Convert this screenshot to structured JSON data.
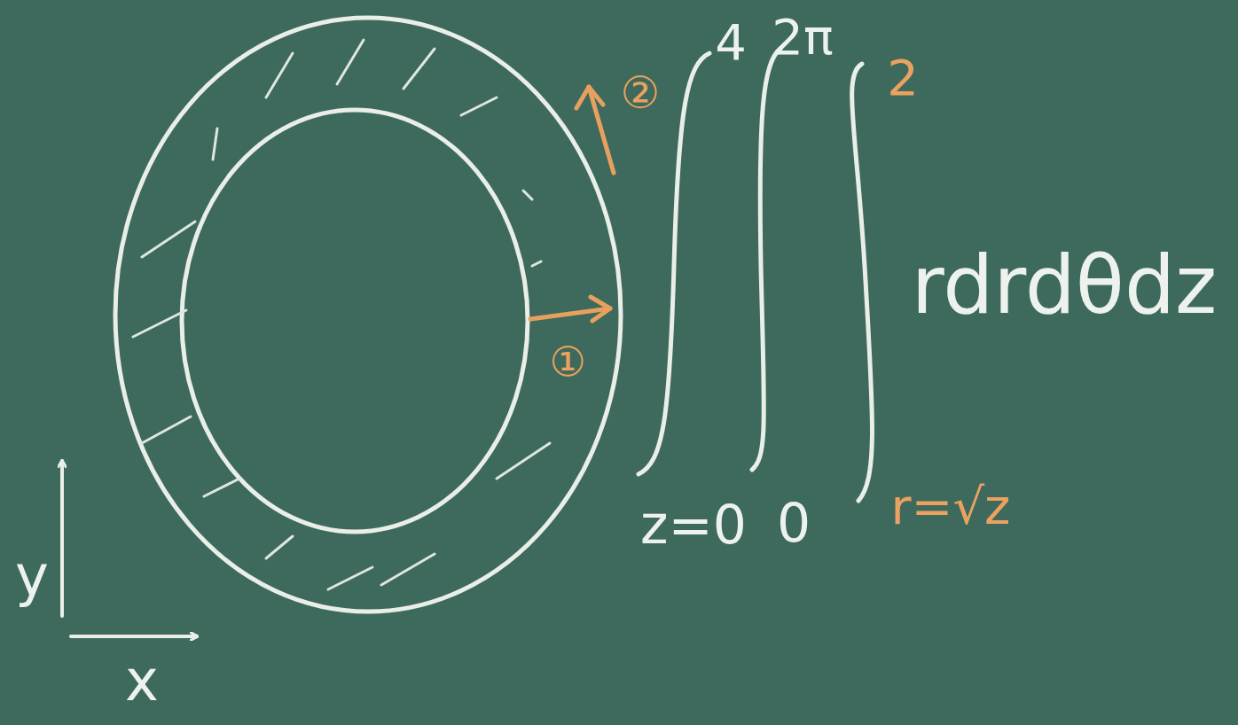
{
  "diagram": {
    "labels": [
      "②",
      "①",
      "4",
      "2π",
      "2",
      "z=0",
      "0",
      "r=√z",
      "rdrdθdz",
      "y",
      "x"
    ]
  }
}
